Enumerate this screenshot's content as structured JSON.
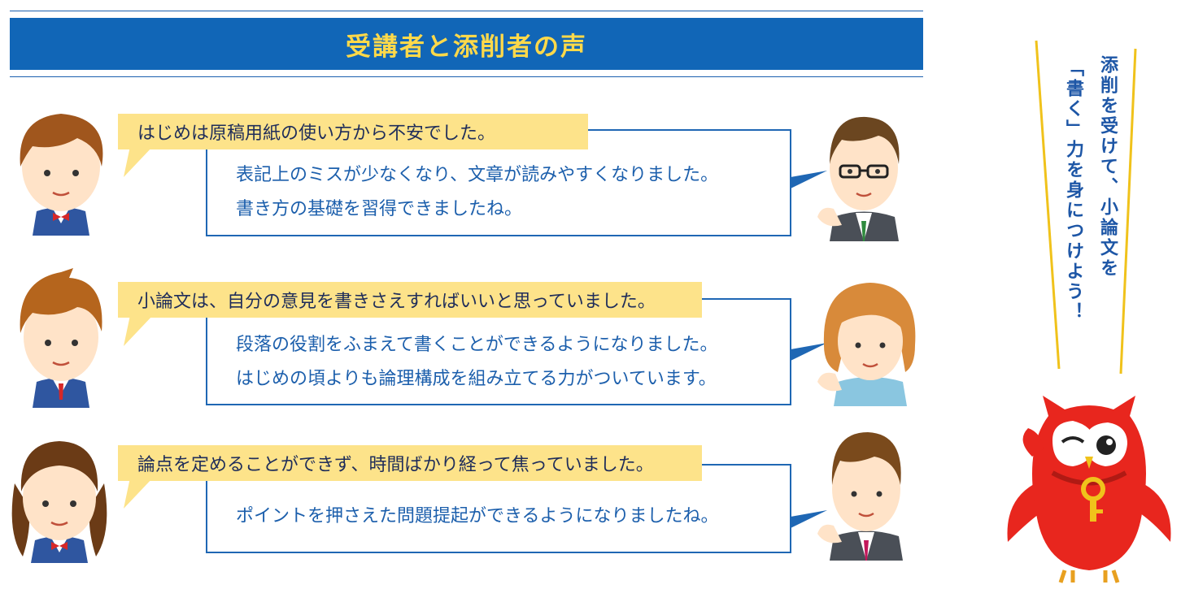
{
  "header": {
    "title": "受講者と添削者の声"
  },
  "side_message": {
    "line1": "添削を受けて、小論文を",
    "line2": "「書く」力を身につけよう！"
  },
  "testimonials": [
    {
      "student": "はじめは原稿用紙の使い方から不安でした。",
      "reviewer": [
        "表記上のミスが少なくなり、文章が読みやすくなりました。",
        "書き方の基礎を習得できましたね。"
      ]
    },
    {
      "student": "小論文は、自分の意見を書きさえすればいいと思っていました。",
      "reviewer": [
        "段落の役割をふまえて書くことができるようになりました。",
        "はじめの頃よりも論理構成を組み立てる力がついています。"
      ]
    },
    {
      "student": "論点を定めることができず、時間ばかり経って焦っていました。",
      "reviewer": [
        "ポイントを押さえた問題提起ができるようになりましたね。"
      ]
    }
  ],
  "colors": {
    "banner": "#1166b7",
    "title": "#ffd94a",
    "bubble": "#fde38a",
    "reply_text": "#1c5fac",
    "mascot": "#e8261e"
  },
  "icons": [
    "student-avatar",
    "teacher-avatar",
    "owl-mascot-icon",
    "key-icon"
  ]
}
